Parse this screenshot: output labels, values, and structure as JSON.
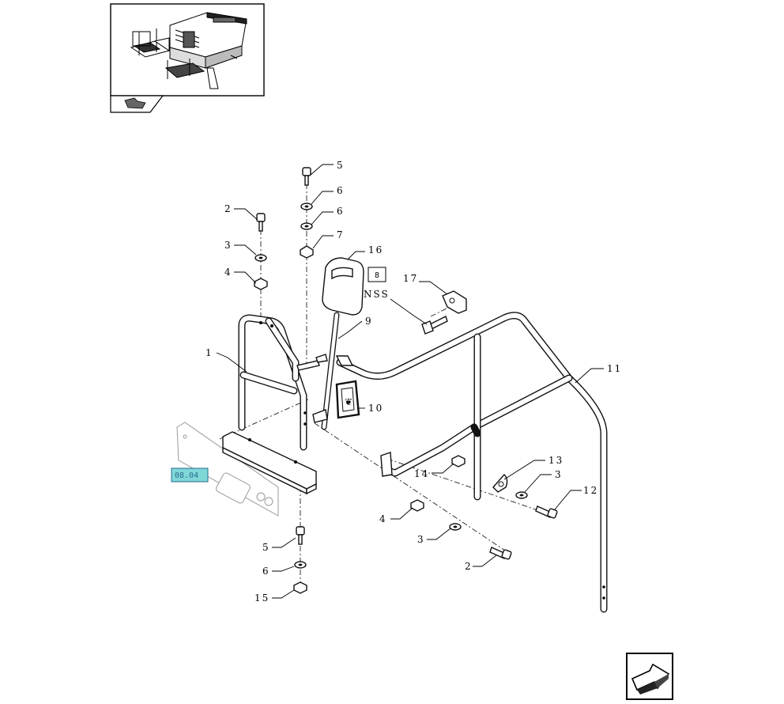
{
  "diagram": {
    "callouts": {
      "c1": "1",
      "c2_top": "2",
      "c3_top": "3",
      "c4_top": "4",
      "c5_top": "5",
      "c6_a": "6",
      "c6_b": "6",
      "c7": "7",
      "c16": "16",
      "c8": "8",
      "nss": "NSS",
      "c17": "17",
      "c9": "9",
      "c10": "10",
      "c11": "11",
      "c13": "13",
      "c14": "14",
      "c3_right": "3",
      "c12": "12",
      "c4_bottom": "4",
      "c3_bottom": "3",
      "c2_bottom": "2",
      "c5_bottom": "5",
      "c6_bottom": "6",
      "c15": "15"
    },
    "reference_link": "08.04",
    "colors": {
      "link_highlight": "#7fd7d7",
      "line": "#111111"
    },
    "icons": {
      "overview": "machine-overview-icon",
      "nav_prev": "previous-page-arrow-icon",
      "nav_next": "next-page-arrow-icon"
    }
  }
}
